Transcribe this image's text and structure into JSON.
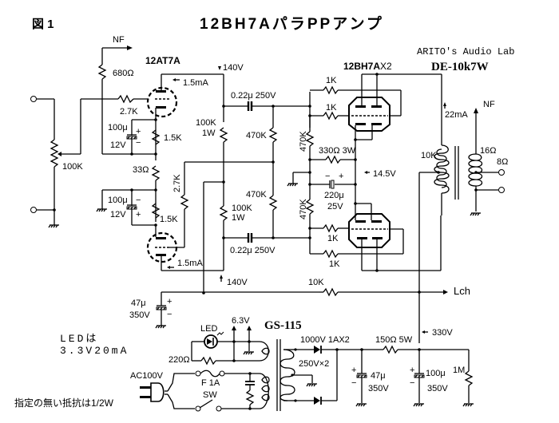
{
  "figure_label": "図 1",
  "title": "12BH7AパラPPアンプ",
  "credit": "ARITO's Audio Lab",
  "model": "DE-10k7W",
  "tubes": {
    "driver": "12AT7A",
    "output": "12BH7A",
    "output_count": "X2"
  },
  "labels": {
    "nf_top": "NF",
    "r680": "680Ω",
    "r27k_top": "2.7K",
    "r100k_vol": "100K",
    "c100u_top_val": "100μ",
    "c100u_top_v": "12V",
    "r15k_top": "1.5K",
    "r33": "33Ω",
    "c100u_bot_val": "100μ",
    "c100u_bot_v": "12V",
    "r15k_bot": "1.5K",
    "r27k_bot": "2.7K",
    "i15ma_top": "1.5mA",
    "i15ma_bot": "1.5mA",
    "v140_top": "140V",
    "v140_bot": "140V",
    "r100k1w_top_a": "100K",
    "r100k1w_top_b": "1W",
    "r100k1w_bot_a": "100K",
    "r100k1w_bot_b": "1W",
    "c022_top": "0.22μ 250V",
    "c022_bot": "0.22μ 250V",
    "r470k_a": "470K",
    "r470k_b": "470K",
    "r470k_gt": "470K",
    "r470k_gb": "470K",
    "r1k_1": "1K",
    "r1k_2": "1K",
    "r1k_3": "1K",
    "r1k_4": "1K",
    "r330": "330Ω 3W",
    "v145": "14.5V",
    "c220_val": "220μ",
    "c220_v": "25V",
    "c220_minus": "−",
    "c220_plus": "+",
    "i22ma": "22mA",
    "nf_out": "NF",
    "opt_primary": "10K",
    "opt_16": "16Ω",
    "opt_8": "8Ω",
    "r10k": "10K",
    "lch": "Lch",
    "c47_val": "47μ",
    "c47_v": "350V",
    "v330": "330V",
    "led_note_1": "LEDは",
    "led_note_2": "3.3V20mA",
    "led": "LED",
    "v63": "6.3V",
    "pt": "GS-115",
    "r220": "220Ω",
    "ac": "AC100V",
    "fuse": "F 1A",
    "sw": "SW",
    "diode": "1000V 1AX2",
    "pt_sec": "250V×2",
    "r150": "150Ω 5W",
    "c47b_val": "47μ",
    "c47b_v": "350V",
    "c100b_val": "100μ",
    "c100b_v": "350V",
    "r1m": "1M",
    "footnote": "指定の無い抵抗は1/2W",
    "plus": "+",
    "minus": "−"
  }
}
